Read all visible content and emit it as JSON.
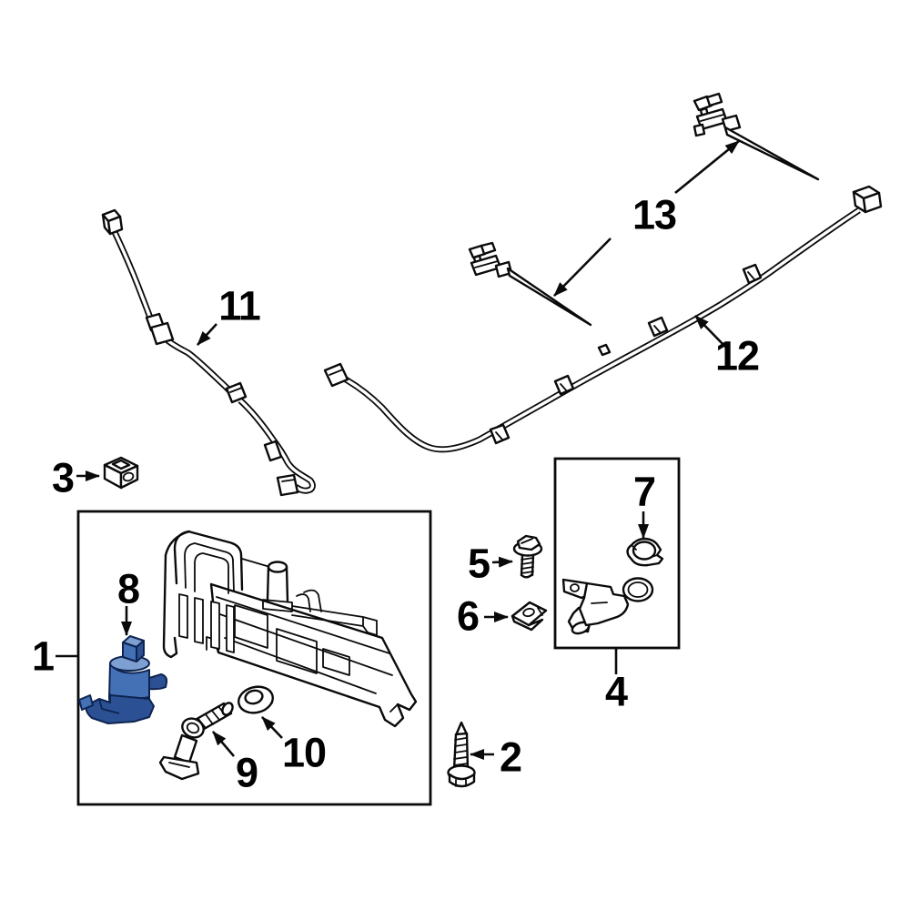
{
  "diagram": {
    "background": "#ffffff",
    "colors": {
      "background": "#ffffff",
      "line": "#0a0a0a",
      "label": "#000000",
      "pump-light": "#7e9fd2",
      "pump-mid": "#4470b5",
      "pump-dark": "#2b5094",
      "pump-outline": "#0e2450"
    },
    "callouts": {
      "c1": "1",
      "c2": "2",
      "c3": "3",
      "c4": "4",
      "c5": "5",
      "c6": "6",
      "c7": "7",
      "c8": "8",
      "c9": "9",
      "c10": "10",
      "c11": "11",
      "c12": "12",
      "c13": "13"
    }
  }
}
